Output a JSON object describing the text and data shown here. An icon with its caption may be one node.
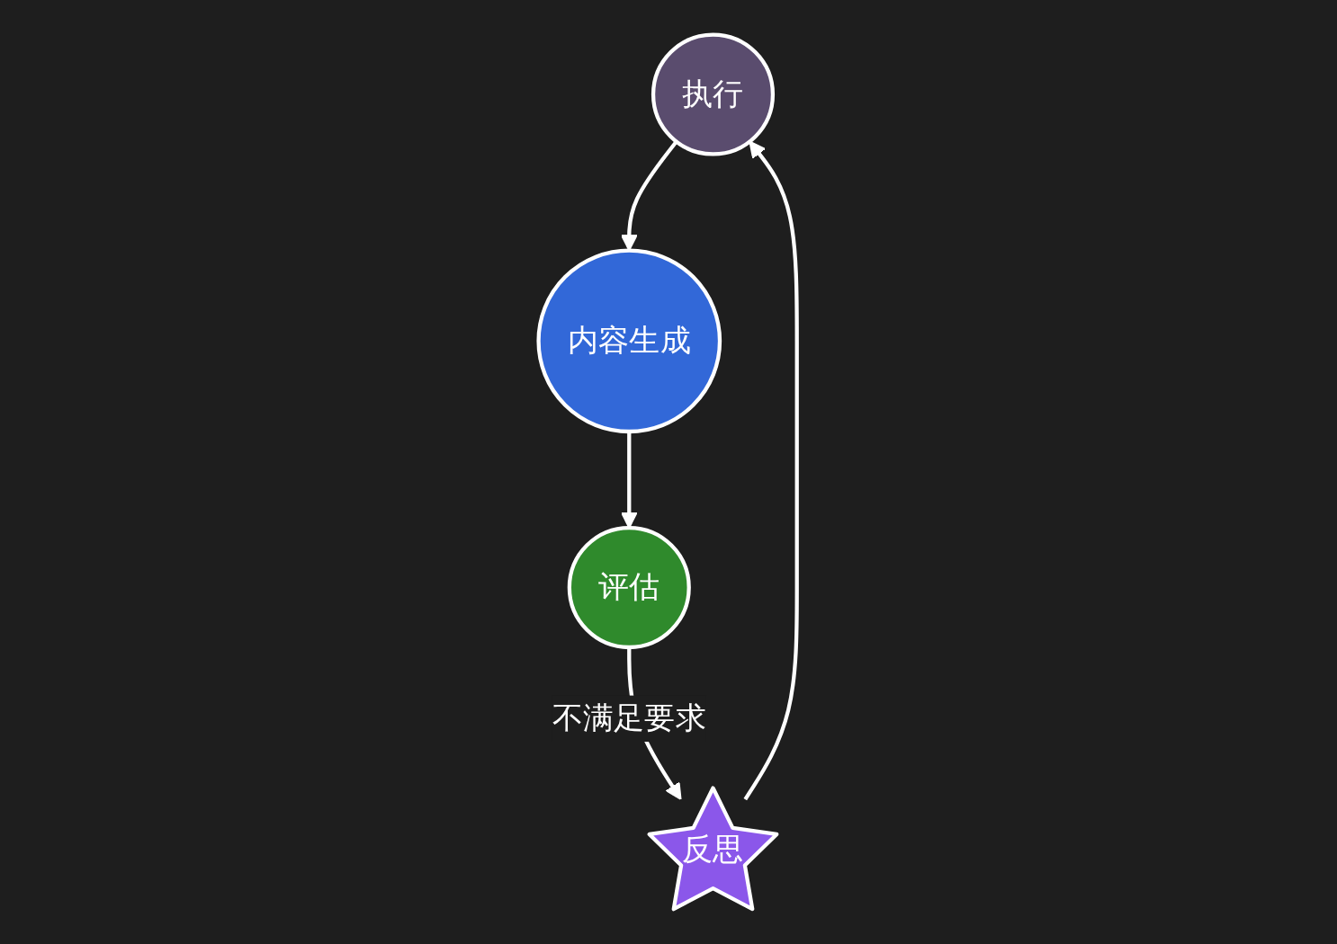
{
  "diagram": {
    "nodes": [
      {
        "text": [
          "执行"
        ]
      },
      {
        "text": [
          "内容生成"
        ]
      },
      {
        "text": [
          "评估"
        ]
      },
      {
        "text": [
          "反思"
        ]
      }
    ],
    "edges": [
      {
        "from": 0,
        "to": 1,
        "arrow": "to"
      },
      {
        "from": 1,
        "to": 2,
        "arrow": "to"
      },
      {
        "from": 2,
        "to": 3,
        "arrow": "to",
        "label": "不满足要求"
      },
      {
        "from": 3,
        "to": 0,
        "arrow": "to"
      }
    ]
  }
}
